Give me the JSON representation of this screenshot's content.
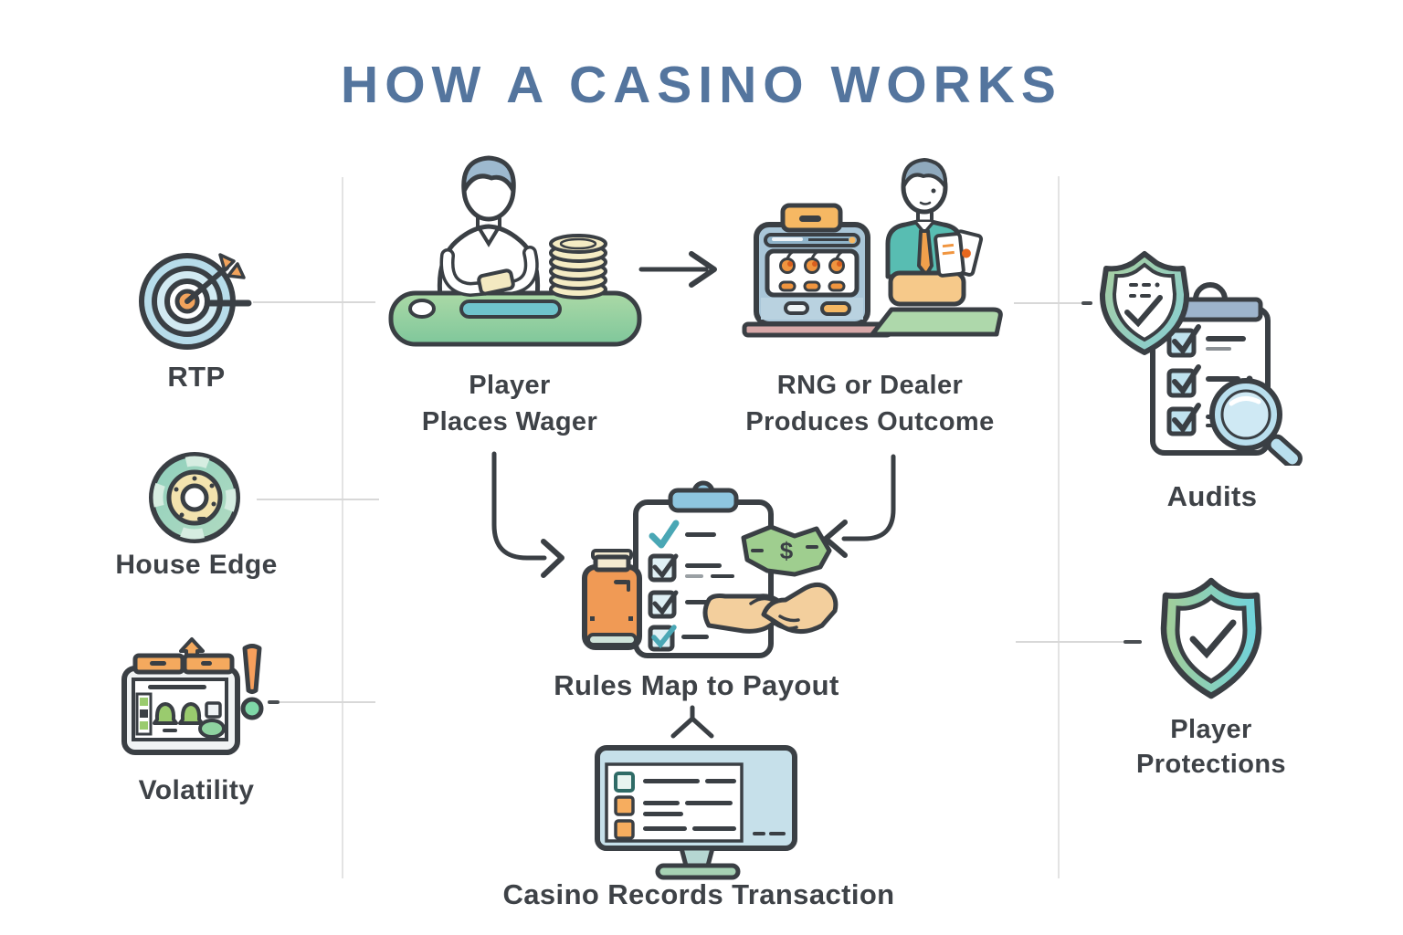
{
  "title": "HOW A CASINO WORKS",
  "left_column": [
    {
      "label": "RTP",
      "icon": "target-arrow-icon"
    },
    {
      "label": "House Edge",
      "icon": "casino-chip-icon"
    },
    {
      "label": "Volatility",
      "icon": "slot-machine-alert-icon"
    }
  ],
  "flow": {
    "player_wager": {
      "line1": "Player",
      "line2": "Places Wager",
      "icon": "player-at-table-icon"
    },
    "rng_dealer": {
      "line1": "RNG or Dealer",
      "line2": "Produces Outcome",
      "icon": "slot-machine-dealer-icon"
    },
    "rules_payout": {
      "label": "Rules Map to Payout",
      "icon": "clipboard-money-handshake-icon",
      "money_symbol": "$"
    },
    "casino_records": {
      "label": "Casino Records Transaction",
      "icon": "computer-monitor-icon"
    }
  },
  "right_column": [
    {
      "label": "Audits",
      "icon": "shield-checklist-magnifier-icon"
    },
    {
      "line1": "Player",
      "line2": "Protections",
      "icon": "shield-check-icon"
    }
  ],
  "colors": {
    "title": "#54759e",
    "label_text": "#3e4247",
    "outline": "#3a3f44",
    "divider": "#e3e3e3",
    "connector": "#d8d8d8",
    "accent_orange": "#f4a45c",
    "accent_green": "#9dd0a0",
    "accent_teal": "#58bdb2",
    "accent_light_blue": "#bfe0ec",
    "accent_cream": "#f3e9c1",
    "money_green": "#9fce8f",
    "hand_tan": "#f3cf9d"
  }
}
